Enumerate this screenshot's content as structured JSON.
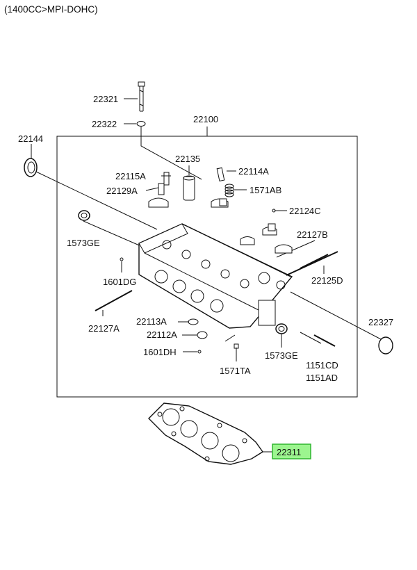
{
  "header": {
    "engine_spec": "(1400CC>MPI-DOHC)"
  },
  "colors": {
    "highlight_fill": "#9cf58f",
    "highlight_border": "#2fb52f",
    "line": "#111111"
  },
  "assembly_label": "22100",
  "parts": {
    "p22321": "22321",
    "p22322": "22322",
    "p22144": "22144",
    "p22135": "22135",
    "p22115A": "22115A",
    "p22114A": "22114A",
    "p22129A": "22129A",
    "p1571AB": "1571AB",
    "p22124C": "22124C",
    "p1573GE_left": "1573GE",
    "p22127B": "22127B",
    "p1601DG": "1601DG",
    "p22125D": "22125D",
    "p22127A": "22127A",
    "p22327": "22327",
    "p22113A": "22113A",
    "p22112A": "22112A",
    "p1601DH": "1601DH",
    "p1573GE_right": "1573GE",
    "p1571TA": "1571TA",
    "p1151CD": "1151CD",
    "p1151AD": "1151AD",
    "p22311": "22311"
  },
  "icons": [
    "bolt-icon",
    "washer-icon",
    "oil-seal-icon",
    "cylinder-head-icon",
    "head-gasket-icon",
    "sleeve-icon",
    "stud-icon",
    "cap-icon"
  ]
}
